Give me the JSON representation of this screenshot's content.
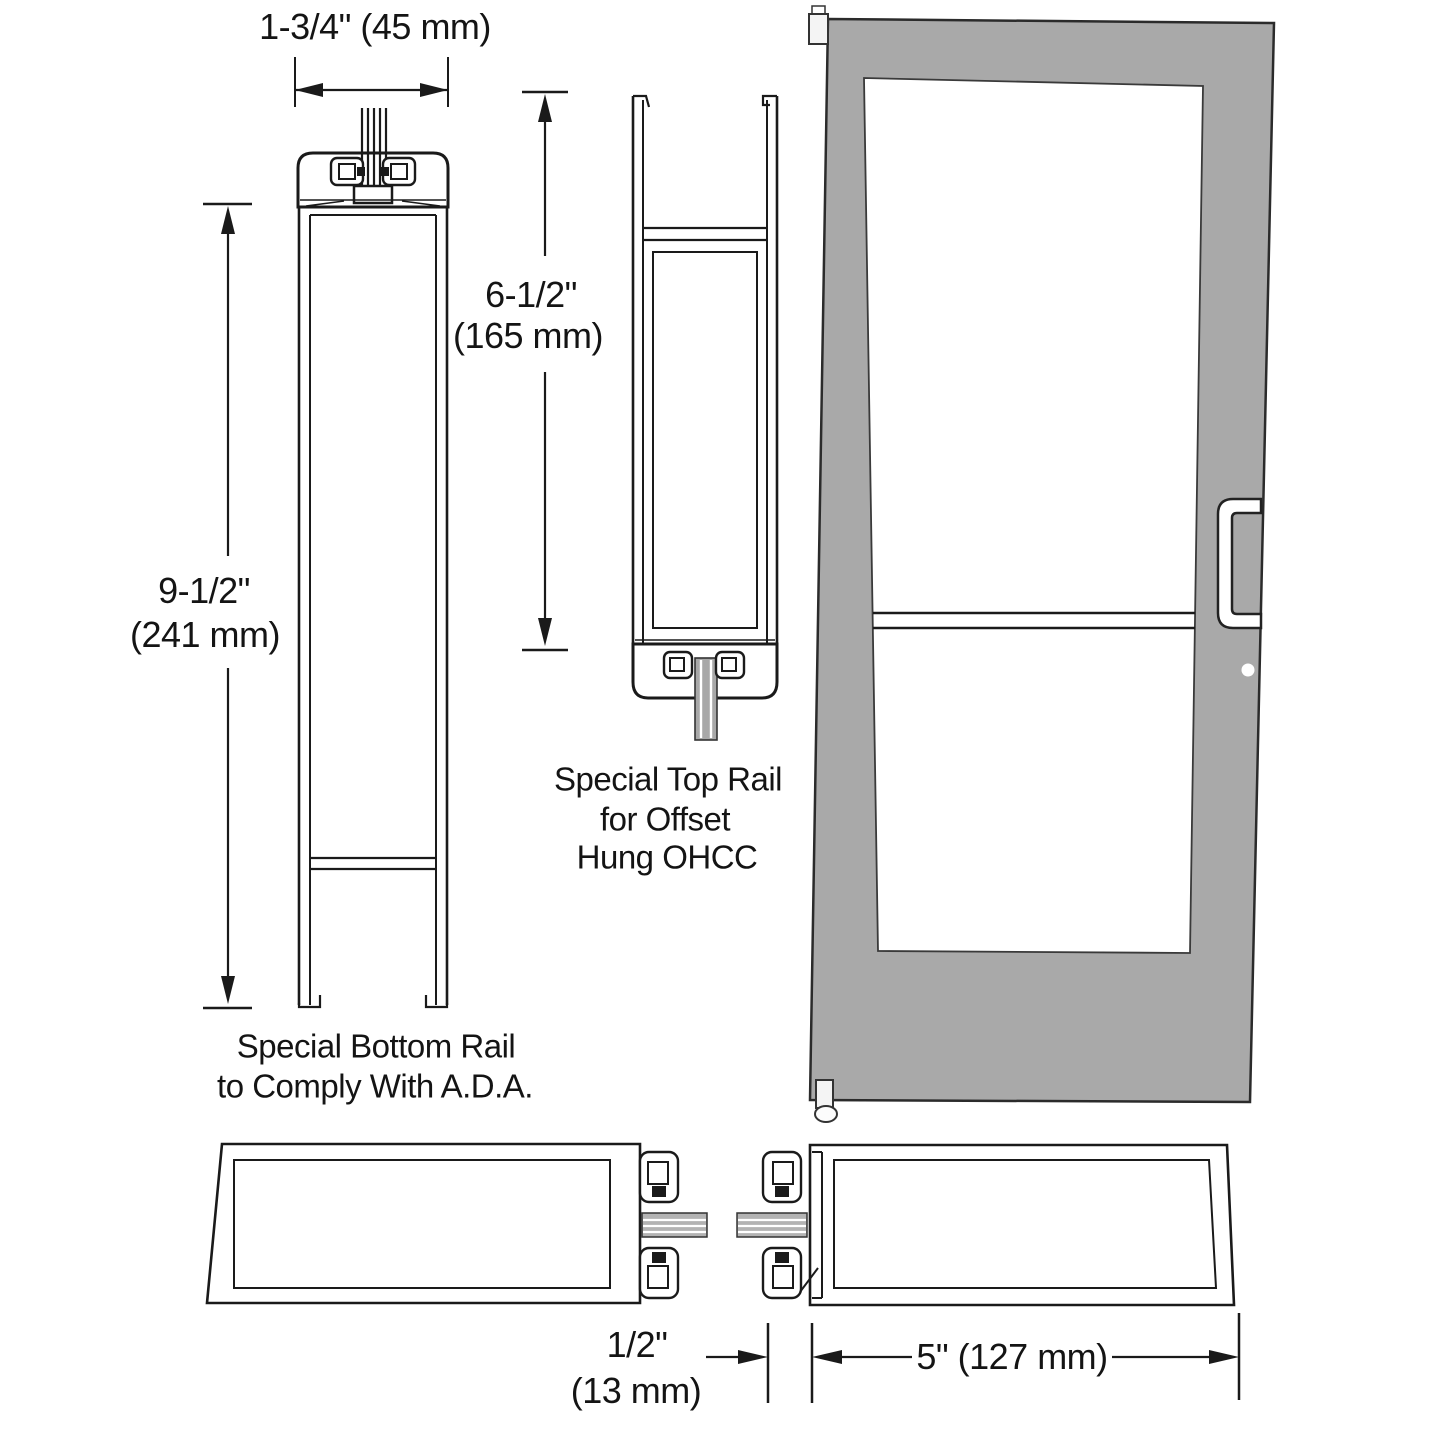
{
  "dimensions": {
    "door_thickness": {
      "label": "1-3/4\" (45 mm)"
    },
    "bottom_rail_height": {
      "line1": "9-1/2\"",
      "line2": "(241 mm)"
    },
    "top_rail_height": {
      "line1": "6-1/2\"",
      "line2": "(165 mm)"
    },
    "glass_gap": {
      "line1": "1/2\"",
      "line2": "(13 mm)"
    },
    "stile_width": {
      "label": "5\" (127 mm)"
    }
  },
  "labels": {
    "bottom_rail": {
      "line1": "Special Bottom Rail",
      "line2": "to Comply With A.D.A."
    },
    "top_rail": {
      "line1": "Special Top Rail",
      "line2": "for Offset",
      "line3": "Hung OHCC"
    }
  },
  "colors": {
    "door_gray": "#a9a9a9",
    "line_black": "#1a1a1a",
    "glass_white": "#ffffff",
    "laminate_gray": "#b3b3b3",
    "hardware_white": "#f4f4f4"
  }
}
